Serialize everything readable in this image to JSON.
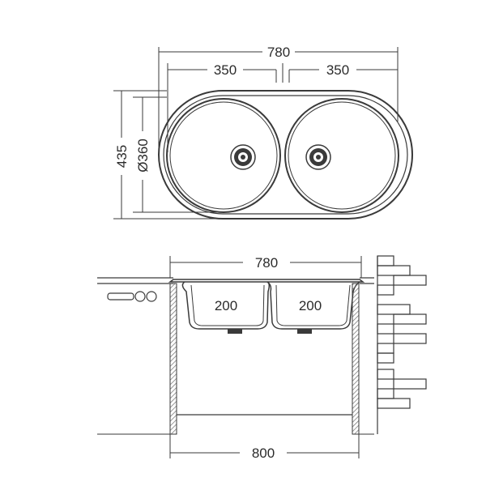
{
  "top_view": {
    "overall_width": "780",
    "bowl_left_width": "350",
    "bowl_right_width": "350",
    "overall_height": "435",
    "bowl_diameter": "Ø360"
  },
  "side_view": {
    "overall_width": "780",
    "bowl_left_depth": "200",
    "bowl_right_depth": "200",
    "cabinet_width": "800"
  },
  "colors": {
    "line": "#3a3a3a",
    "background": "#ffffff",
    "hatch": "#6e6e6e"
  }
}
